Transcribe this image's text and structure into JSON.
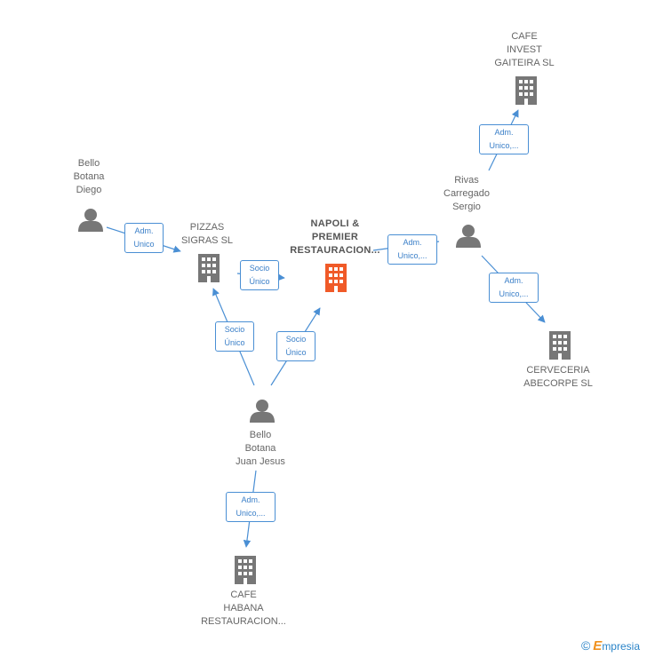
{
  "nodes": {
    "napoli": "NAPOLI &\nPREMIER\nRESTAURACION...",
    "pizzas": "PIZZAS\nSIGRAS SL",
    "bello_diego": "Bello\nBotana\nDiego",
    "bello_juan": "Bello\nBotana\nJuan Jesus",
    "cafe_habana": "CAFE\nHABANA\nRESTAURACION...",
    "rivas": "Rivas\nCarregado\nSergio",
    "cafe_invest": "CAFE\nINVEST\nGAITEIRA  SL",
    "cerveceria": "CERVECERIA\nABECORPE  SL"
  },
  "edges": {
    "diego_pizzas": "Adm.\nUnico",
    "pizzas_napoli": "Socio\nÚnico",
    "juan_pizzas": "Socio\nÚnico",
    "juan_napoli": "Socio\nÚnico",
    "napoli_rivas": "Adm.\nUnico,...",
    "rivas_invest": "Adm.\nUnico,...",
    "rivas_cerveceria": "Adm.\nUnico,...",
    "juan_habana": "Adm.\nUnico,..."
  },
  "brand": {
    "copyright": "©",
    "name_first": "E",
    "name_rest": "mpresia"
  },
  "colors": {
    "edge": "#4a8fd4",
    "building": "#777777",
    "building_main": "#f05a28",
    "person": "#777777"
  }
}
